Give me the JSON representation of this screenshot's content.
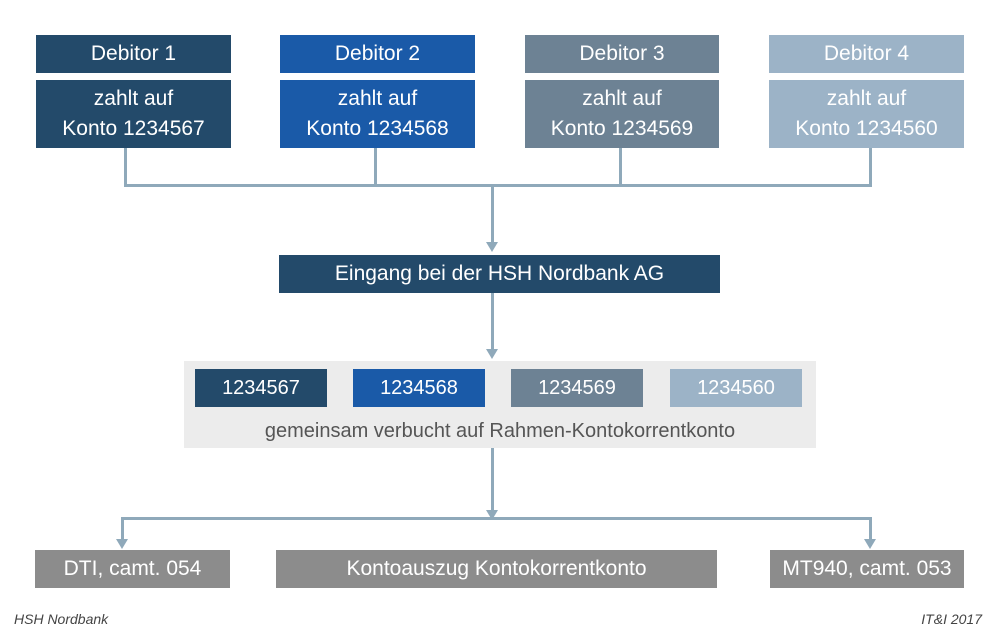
{
  "debitors": [
    {
      "title": "Debitor 1",
      "line1": "zahlt auf",
      "line2": "Konto 1234567",
      "color": "#234a6a"
    },
    {
      "title": "Debitor 2",
      "line1": "zahlt auf",
      "line2": "Konto 1234568",
      "color": "#1a5aa8"
    },
    {
      "title": "Debitor 3",
      "line1": "zahlt auf",
      "line2": "Konto 1234569",
      "color": "#6d8294"
    },
    {
      "title": "Debitor 4",
      "line1": "zahlt auf",
      "line2": "Konto 1234560",
      "color": "#9cb3c7"
    }
  ],
  "receipt": "Eingang bei der HSH Nordbank AG",
  "accounts": [
    "1234567",
    "1234568",
    "1234569",
    "1234560"
  ],
  "booking_caption": "gemeinsam verbucht auf Rahmen-Kontokorrentkonto",
  "outputs": [
    "DTI, camt. 054",
    "Kontoauszug Kontokorrentkonto",
    "MT940, camt. 053"
  ],
  "footer": {
    "left": "HSH Nordbank",
    "right": "IT&I 2017"
  },
  "colors": {
    "connector": "#8fa9ba",
    "output_gray": "#8c8c8c",
    "panel": "#ececec"
  }
}
